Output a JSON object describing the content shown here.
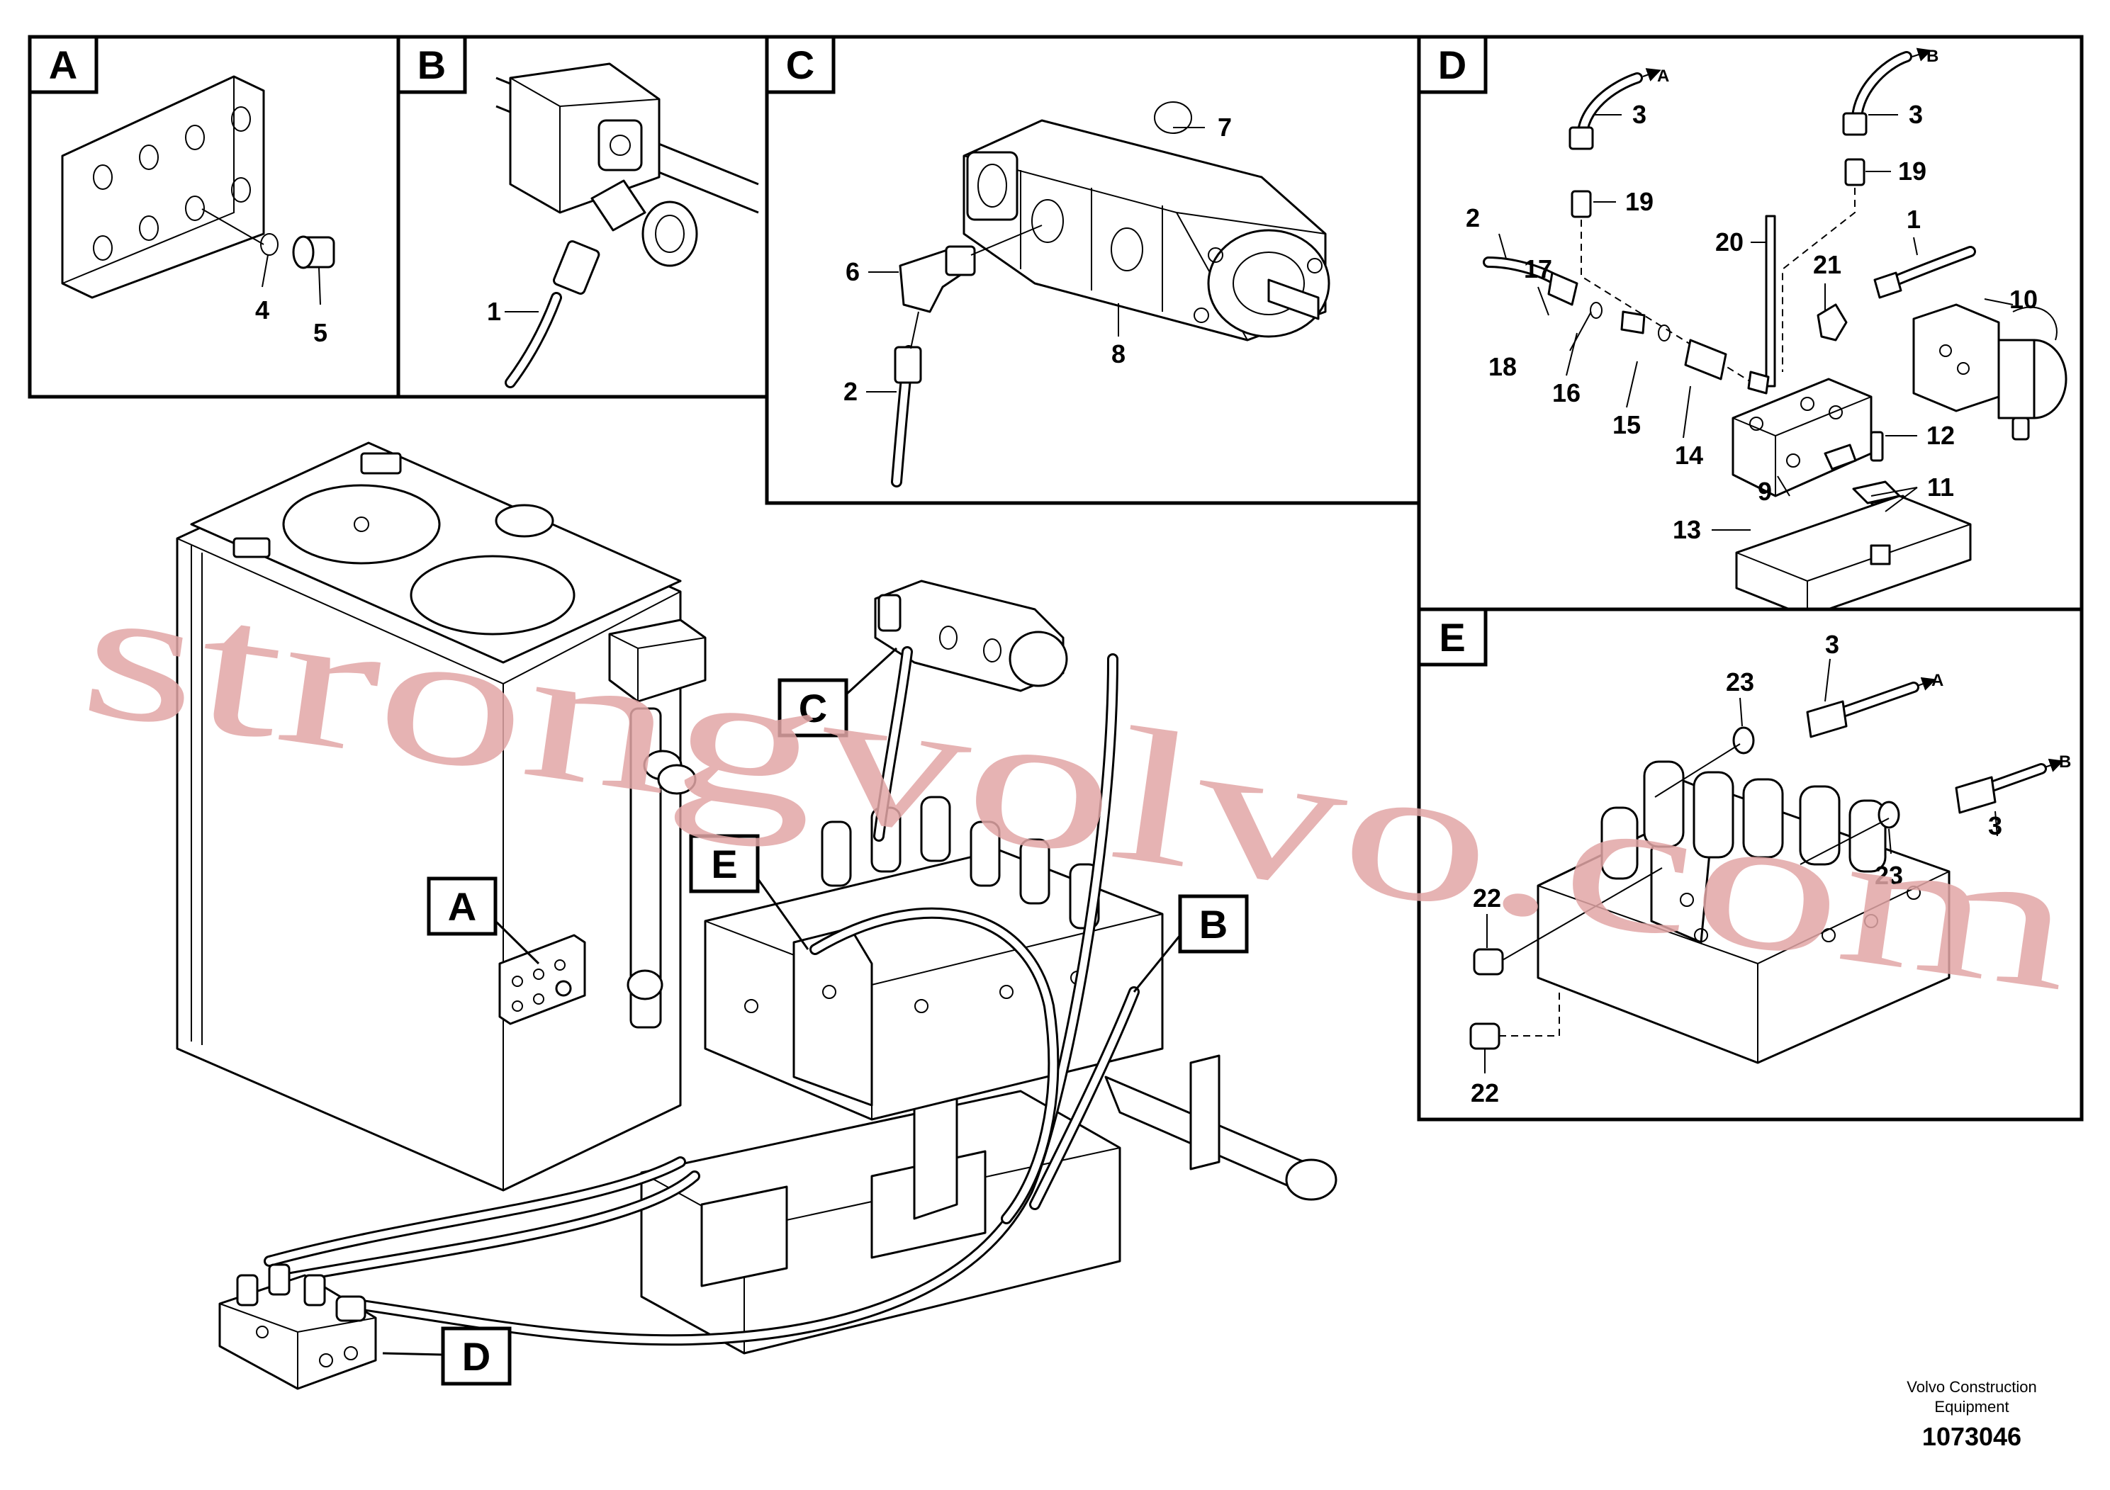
{
  "panels": {
    "A": {
      "letter": "A",
      "callouts": [
        "4",
        "5"
      ]
    },
    "B": {
      "letter": "B",
      "callouts": [
        "1"
      ]
    },
    "C": {
      "letter": "C",
      "callouts": [
        "7",
        "6",
        "8",
        "2"
      ]
    },
    "D": {
      "letter": "D",
      "callouts": [
        "3",
        "3",
        "19",
        "19",
        "2",
        "1",
        "17",
        "20",
        "21",
        "10",
        "18",
        "16",
        "15",
        "14",
        "12",
        "9",
        "11",
        "13"
      ],
      "arrows": [
        "A",
        "B"
      ]
    },
    "E": {
      "letter": "E",
      "callouts": [
        "23",
        "3",
        "3",
        "23",
        "22",
        "22"
      ],
      "arrows": [
        "A",
        "B"
      ]
    }
  },
  "main_tags": [
    "C",
    "E",
    "A",
    "B",
    "D"
  ],
  "watermark": "strongvolvo.com",
  "footer": {
    "company_line1": "Volvo Construction",
    "company_line2": "Equipment",
    "drawing_number": "1073046"
  }
}
